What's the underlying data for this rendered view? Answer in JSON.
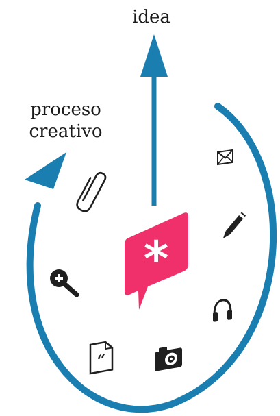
{
  "labels": {
    "top": "idea",
    "left_line1": "proceso",
    "left_line2": "creativo",
    "center_symbol": "*"
  },
  "colors": {
    "arrow": "#1a7fb0",
    "bubble": "#f0306a",
    "icon": "#1f1f1f",
    "text": "#1a1a1a"
  },
  "icons": [
    "envelope-icon",
    "pencil-icon",
    "headphones-icon",
    "camera-icon",
    "quote-document-icon",
    "zoom-in-icon",
    "paperclip-icon"
  ]
}
